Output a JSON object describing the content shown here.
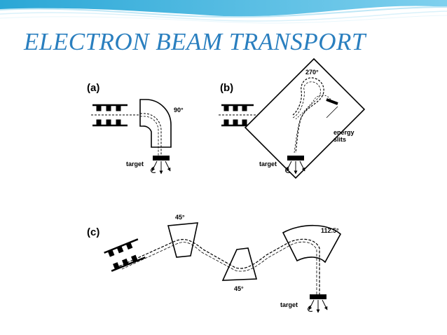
{
  "slide": {
    "title": "ELECTRON BEAM TRANSPORT",
    "theme_color": "#2a7fbf"
  },
  "figure": {
    "panels": [
      {
        "id": "a",
        "label": "(a)",
        "bend_angle": "90°",
        "target_label": "target"
      },
      {
        "id": "b",
        "label": "(b)",
        "bend_angle": "270°",
        "slit_label_line1": "energy",
        "slit_label_line2": "slits",
        "target_label": "target"
      },
      {
        "id": "c",
        "label": "(c)",
        "bend_angle_1": "45°",
        "bend_angle_2": "45°",
        "bend_angle_3": "112.5°",
        "target_label": "target"
      }
    ]
  }
}
